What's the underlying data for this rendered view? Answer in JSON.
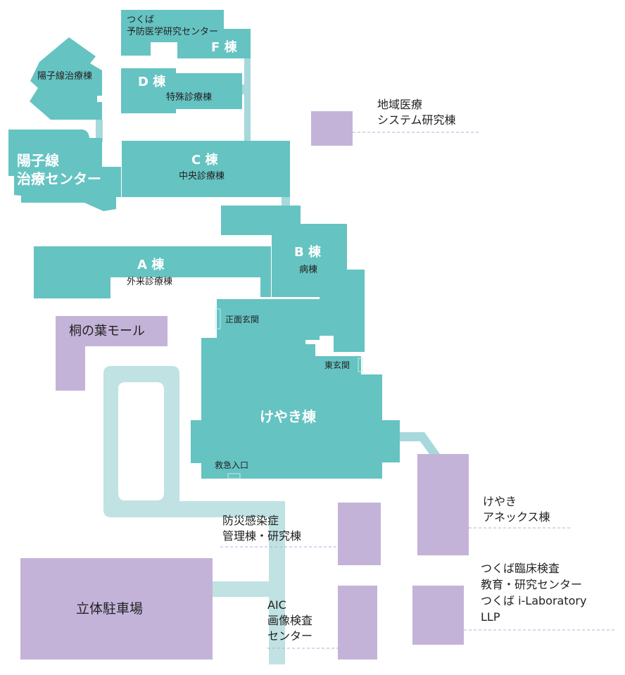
{
  "colors": {
    "main_building": "#65c3c2",
    "connector": "#a6d8dc",
    "walkway": "#c0e2e2",
    "external_building": "#c4b3d8",
    "leader_line": "#b9addb",
    "label_dark": "#222222",
    "label_light": "#ffffff"
  },
  "buildings": {
    "f": {
      "line1": "つくば",
      "line2": "予防医学研究センター",
      "name": "F 棟"
    },
    "proton_small": {
      "name": "陽子線治療棟"
    },
    "d": {
      "name": "D 棟",
      "sub": "特殊診療棟"
    },
    "proton_center": {
      "line1": "陽子線",
      "line2": "治療センター"
    },
    "c": {
      "name": "C 棟",
      "sub": "中央診療棟"
    },
    "b": {
      "name": "B 棟",
      "sub": "病棟"
    },
    "a": {
      "name": "A 棟",
      "sub": "外来診療棟"
    },
    "keyaki": {
      "name": "けやき棟"
    },
    "kirinoha": {
      "name": "桐の葉モール"
    },
    "parking": {
      "name": "立体駐車場"
    }
  },
  "entrances": {
    "main": "正面玄関",
    "east": "東玄関",
    "emergency": "救急入口"
  },
  "callouts": {
    "regional": {
      "line1": "地域医療",
      "line2": "システム研究棟"
    },
    "disaster": {
      "line1": "防災感染症",
      "line2": "管理棟・研究棟"
    },
    "aic": {
      "line1": "AIC",
      "line2": "画像検査",
      "line3": "センター"
    },
    "annex": {
      "line1": "けやき",
      "line2": "アネックス棟"
    },
    "lab": {
      "line1": "つくば臨床検査",
      "line2": "教育・研究センター",
      "line3": "つくば i-Laboratory",
      "line4": "LLP"
    }
  }
}
